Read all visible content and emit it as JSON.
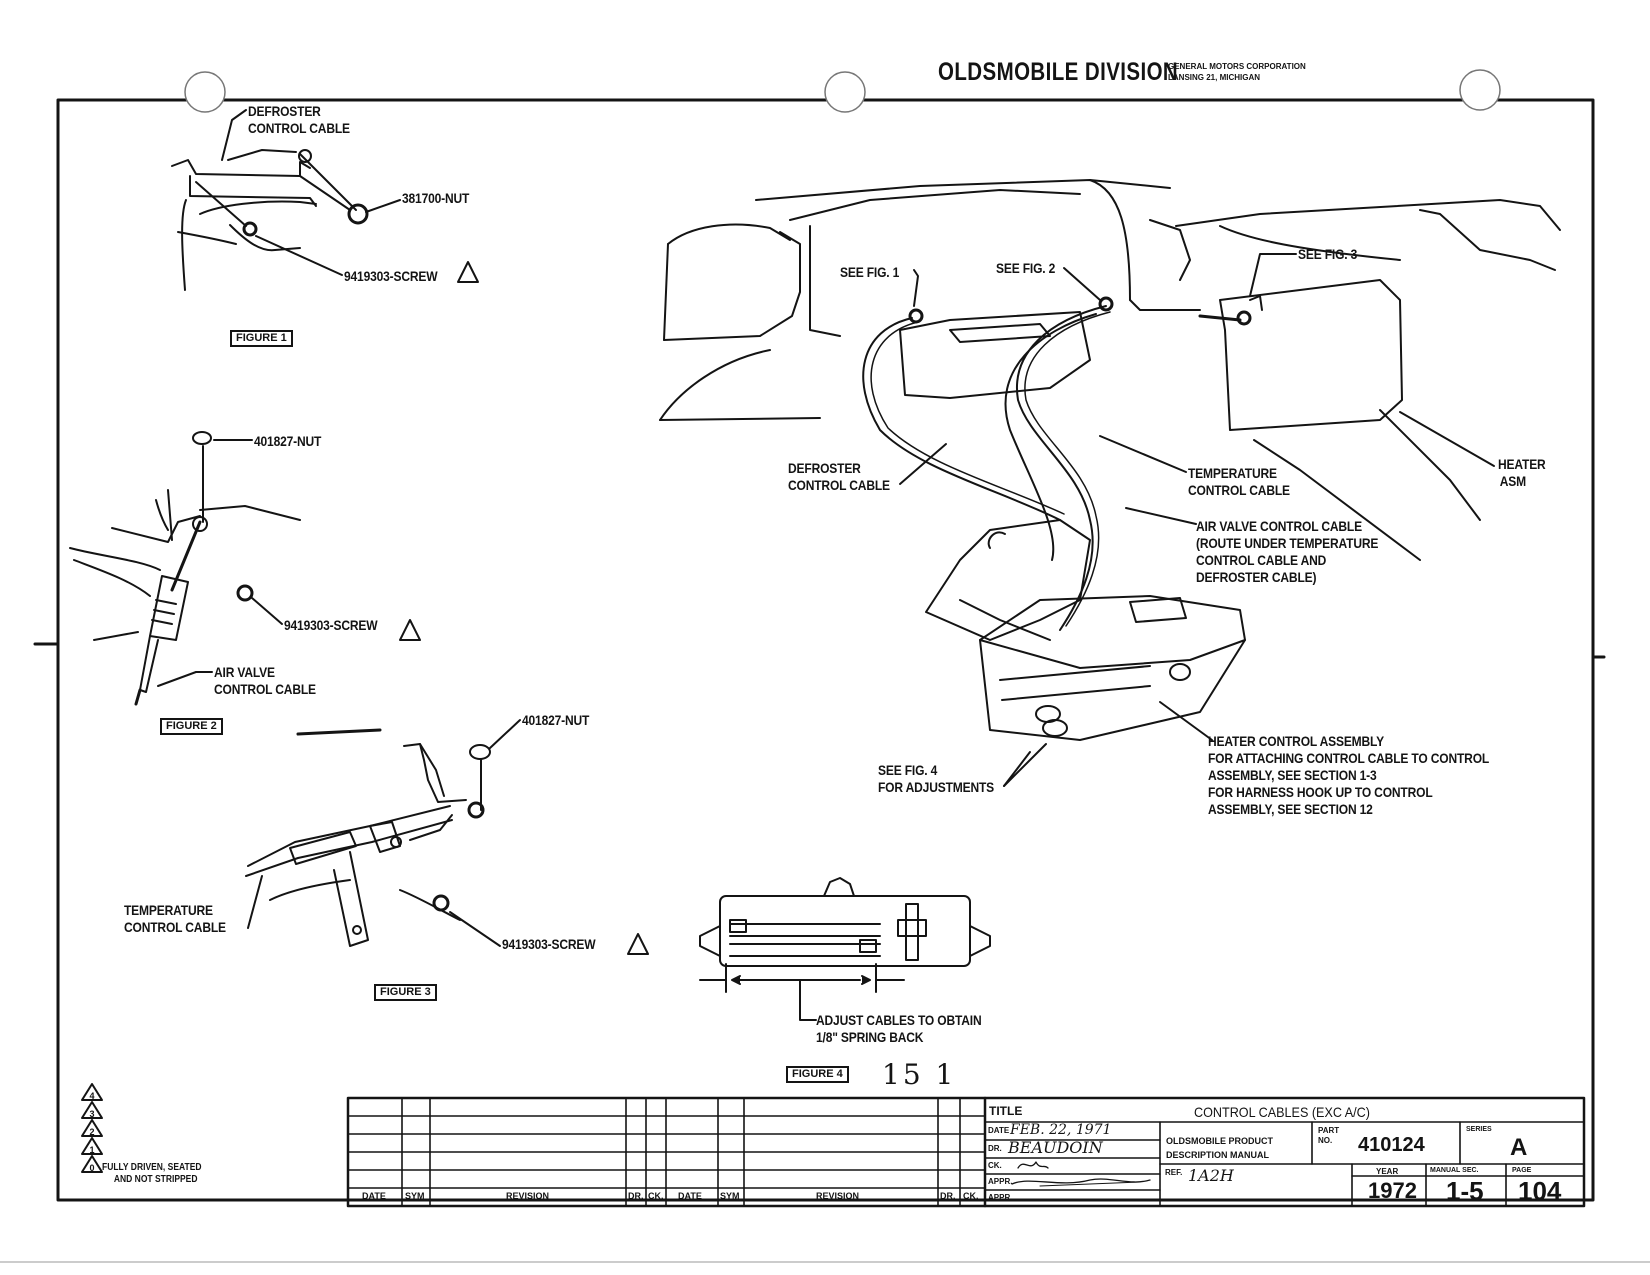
{
  "header": {
    "division": "OLDSMOBILE DIVISION",
    "corporation": "GENERAL MOTORS CORPORATION",
    "location": "LANSING 21, MICHIGAN"
  },
  "figure1": {
    "caption": "FIGURE 1",
    "defroster_cable": [
      "DEFROSTER",
      "CONTROL CABLE"
    ],
    "nut": "381700-NUT",
    "screw": "9419303-SCREW"
  },
  "figure2": {
    "caption": "FIGURE 2",
    "nut": "401827-NUT",
    "screw": "9419303-SCREW",
    "cable": [
      "AIR VALVE",
      "CONTROL CABLE"
    ]
  },
  "figure3": {
    "caption": "FIGURE 3",
    "nut": "401827-NUT",
    "screw": "9419303-SCREW",
    "cable": [
      "TEMPERATURE",
      "CONTROL CABLE"
    ]
  },
  "figure4": {
    "caption": "FIGURE 4",
    "page_number": "15 1",
    "adjust_note": [
      "ADJUST CABLES TO OBTAIN",
      "1/8\" SPRING BACK"
    ]
  },
  "main_view": {
    "see_fig1": "SEE FIG. 1",
    "see_fig2": "SEE FIG. 2",
    "see_fig3": "SEE FIG. 3",
    "defroster_cable": [
      "DEFROSTER",
      "CONTROL CABLE"
    ],
    "temperature_cable": [
      "TEMPERATURE",
      "CONTROL CABLE"
    ],
    "heater_asm": [
      "HEATER",
      "ASM"
    ],
    "air_valve_cable": [
      "AIR VALVE CONTROL CABLE",
      "(ROUTE UNDER TEMPERATURE",
      "CONTROL CABLE AND",
      "DEFROSTER CABLE)"
    ],
    "see_fig4": [
      "SEE FIG. 4",
      "FOR ADJUSTMENTS"
    ],
    "heater_control_assembly": [
      "HEATER CONTROL ASSEMBLY",
      "FOR ATTACHING CONTROL CABLE TO CONTROL",
      "ASSEMBLY,  SEE SECTION 1-3",
      "FOR HARNESS HOOK UP TO CONTROL",
      "ASSEMBLY,  SEE SECTION 12"
    ]
  },
  "legend": {
    "symbols": [
      "4",
      "3",
      "2",
      "1",
      "0"
    ],
    "note": [
      "FULLY DRIVEN, SEATED",
      "AND NOT STRIPPED"
    ]
  },
  "revision_table": {
    "columns_left": [
      "DATE",
      "SYM",
      "REVISION",
      "DR.",
      "CK."
    ],
    "columns_right": [
      "DATE",
      "SYM",
      "REVISION",
      "DR.",
      "CK."
    ]
  },
  "title_block": {
    "title_label": "TITLE",
    "title": "CONTROL CABLES (EXC A/C)",
    "date_label": "DATE",
    "date": "FEB. 22, 1971",
    "dr_label": "DR.",
    "drawn_by": "BEAUDOIN",
    "ck_label": "CK.",
    "appr_label": "APPR.",
    "manual": [
      "OLDSMOBILE PRODUCT",
      "DESCRIPTION MANUAL"
    ],
    "part_label": [
      "PART",
      "NO."
    ],
    "part_no": "410124",
    "series_label": "SERIES",
    "series": "A",
    "ref_label": "REF.",
    "ref": "1A2H",
    "year_label": "YEAR",
    "year": "1972",
    "manual_sec_label": "MANUAL SEC.",
    "manual_sec": "1-5",
    "page_label": "PAGE",
    "page": "104"
  }
}
